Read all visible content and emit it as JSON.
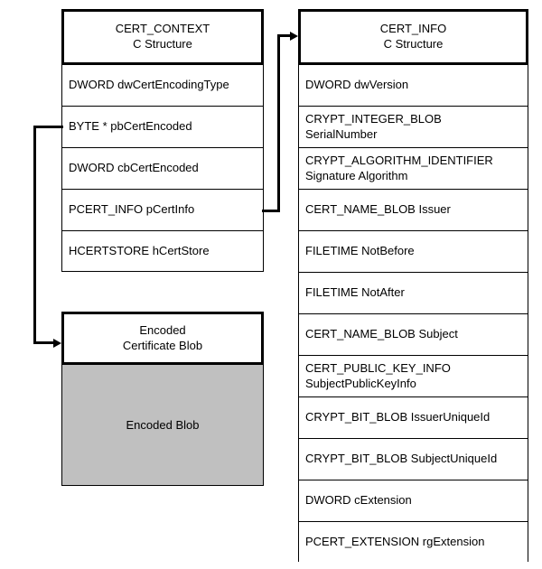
{
  "diagram": {
    "title": "CERT_CONTEXT and CERT_INFO C structure relationship diagram",
    "background_color": "#FFFFFF",
    "line_color": "#000000",
    "blob_fill_color": "#C0C0C0"
  },
  "cert_context": {
    "header_line1": "CERT_CONTEXT",
    "header_line2": "C Structure",
    "fields": [
      "DWORD dwCertEncodingType",
      "BYTE *  pbCertEncoded",
      "DWORD cbCertEncoded",
      "PCERT_INFO  pCertInfo",
      "HCERTSTORE  hCertStore"
    ]
  },
  "encoded_blob": {
    "header_line1": "Encoded",
    "header_line2": "Certificate Blob",
    "body_label": "Encoded Blob"
  },
  "cert_info": {
    "header_line1": "CERT_INFO",
    "header_line2": "C Structure",
    "fields": [
      "DWORD dwVersion",
      "CRYPT_INTEGER_BLOB\nSerialNumber",
      "CRYPT_ALGORITHM_IDENTIFIER\nSignature Algorithm",
      "CERT_NAME_BLOB Issuer",
      "FILETIME NotBefore",
      "FILETIME NotAfter",
      "CERT_NAME_BLOB Subject",
      "CERT_PUBLIC_KEY_INFO\nSubjectPublicKeyInfo",
      "CRYPT_BIT_BLOB IssuerUniqueId",
      "CRYPT_BIT_BLOB SubjectUniqueId",
      "DWORD cExtension",
      "PCERT_EXTENSION rgExtension"
    ]
  },
  "connectors": [
    {
      "name": "pbCertEncoded-to-encoded-blob",
      "from": "BYTE *  pbCertEncoded",
      "to": "Encoded Certificate Blob"
    },
    {
      "name": "pCertInfo-to-cert-info",
      "from": "PCERT_INFO  pCertInfo",
      "to": "CERT_INFO C Structure"
    }
  ]
}
